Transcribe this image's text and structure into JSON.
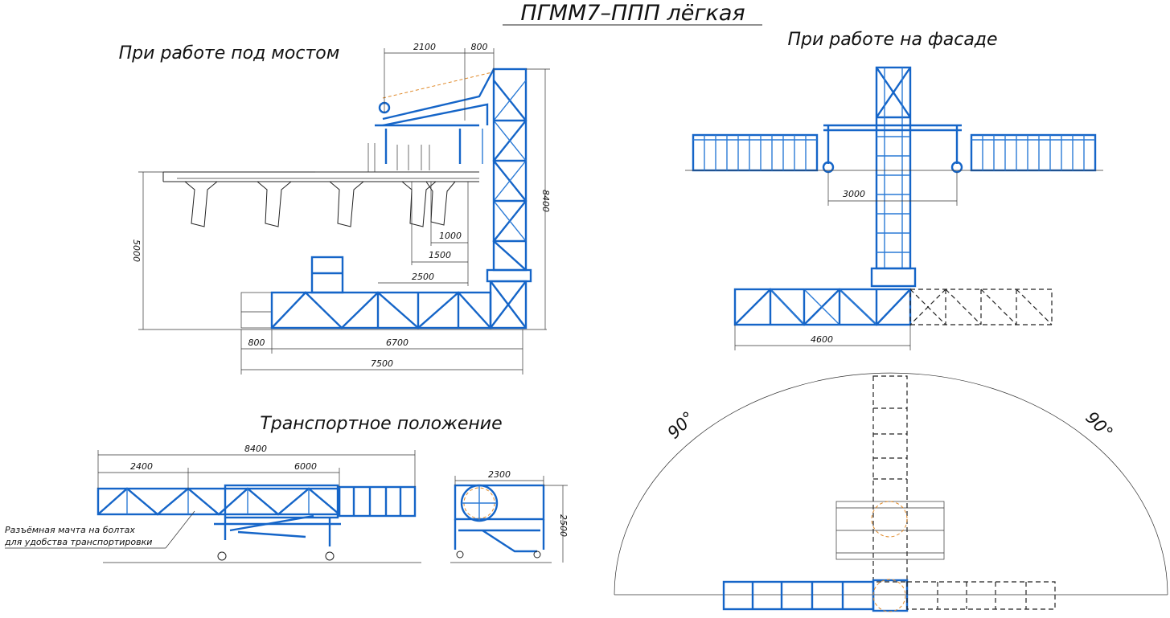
{
  "title": "ПГММ7–ППП лёгкая",
  "views": {
    "bridge": {
      "title": "При работе под мостом",
      "dims": [
        "2100",
        "800",
        "8400",
        "5000",
        "1000",
        "1500",
        "2500",
        "800",
        "6700",
        "7500"
      ]
    },
    "facade": {
      "title": "При работе на фасаде",
      "dims": [
        "3000",
        "4600"
      ]
    },
    "transport": {
      "title": "Транспортное положение",
      "dims": [
        "8400",
        "2400",
        "6000",
        "2300",
        "2500"
      ],
      "note_line1": "Разъёмная мачта на болтах",
      "note_line2": "для удобства транспортировки"
    },
    "rotation": {
      "angle_left": "90°",
      "angle_right": "90°"
    }
  },
  "colors": {
    "structure": "#1565c8",
    "lines": "#222222",
    "accent": "#e08a2a"
  }
}
